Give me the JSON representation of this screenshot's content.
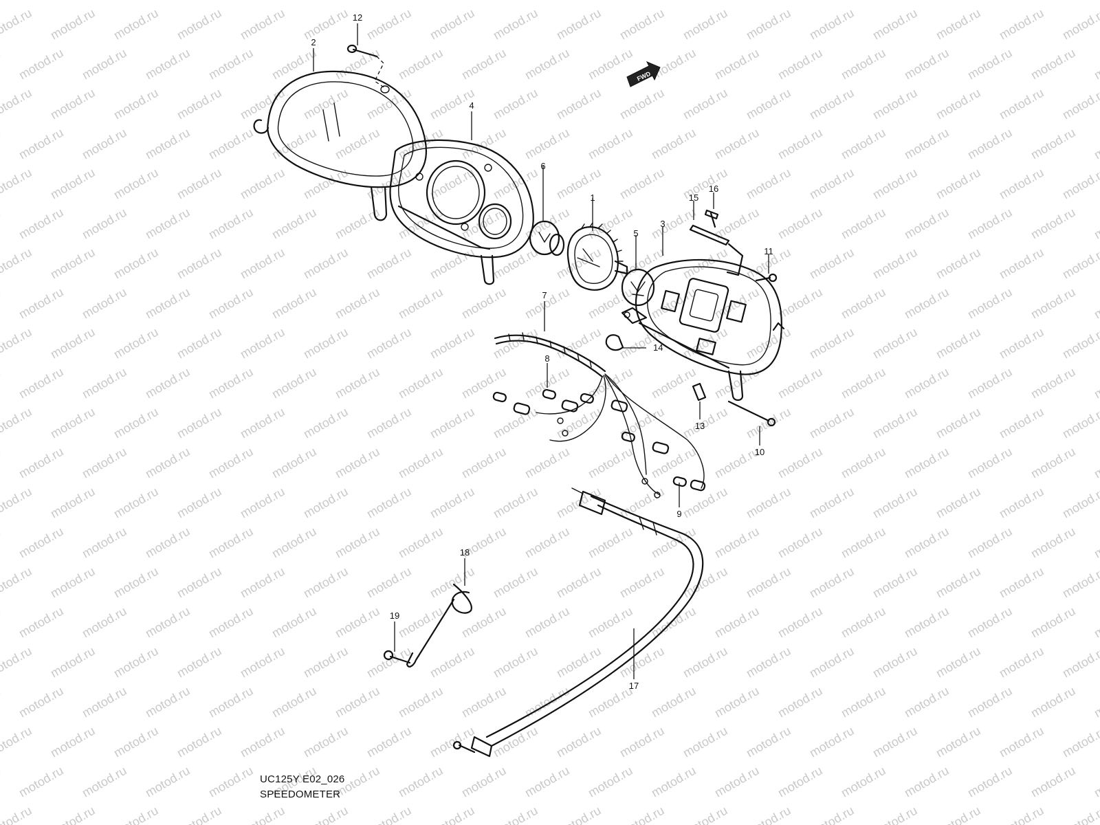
{
  "watermark": "motod.ru",
  "fwd_badge": "FWD",
  "callouts": [
    {
      "id": "1",
      "label": "1"
    },
    {
      "id": "2",
      "label": "2"
    },
    {
      "id": "3",
      "label": "3"
    },
    {
      "id": "4",
      "label": "4"
    },
    {
      "id": "5",
      "label": "5"
    },
    {
      "id": "6",
      "label": "6"
    },
    {
      "id": "7",
      "label": "7"
    },
    {
      "id": "8",
      "label": "8"
    },
    {
      "id": "9",
      "label": "9"
    },
    {
      "id": "10",
      "label": "10"
    },
    {
      "id": "11",
      "label": "11"
    },
    {
      "id": "12",
      "label": "12"
    },
    {
      "id": "13",
      "label": "13"
    },
    {
      "id": "14",
      "label": "14"
    },
    {
      "id": "15",
      "label": "15"
    },
    {
      "id": "16",
      "label": "16"
    },
    {
      "id": "17",
      "label": "17"
    },
    {
      "id": "18",
      "label": "18"
    },
    {
      "id": "19",
      "label": "19"
    }
  ],
  "caption": {
    "model_code": "UC125Y E02_026",
    "section": "SPEEDOMETER"
  }
}
